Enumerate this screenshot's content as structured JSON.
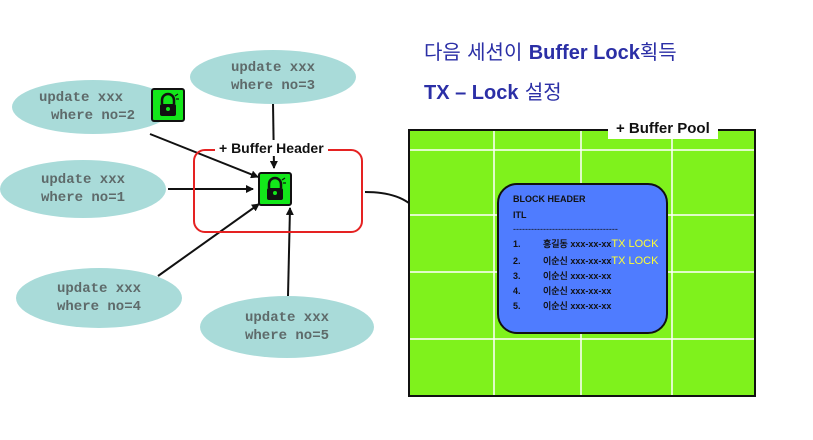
{
  "title": {
    "line1_prefix": "다음 세션이 ",
    "line1_bold": "Buffer Lock",
    "line1_suffix": "획득",
    "line2_bold": "TX – Lock",
    "line2_suffix": " 설정"
  },
  "sessions": [
    {
      "line1": "update xxx",
      "line2": "where no=2"
    },
    {
      "line1": "update xxx",
      "line2": "where no=3"
    },
    {
      "line1": "update xxx",
      "line2": "where no=1"
    },
    {
      "line1": "update xxx",
      "line2": "where no=4"
    },
    {
      "line1": "update xxx",
      "line2": "where no=5"
    }
  ],
  "buffer_header_label": "+ Buffer Header",
  "buffer_pool_label": "+ Buffer Pool",
  "block": {
    "header": "BLOCK HEADER",
    "itl": "ITL",
    "separator": "-----------------------------------",
    "rows": [
      {
        "num": "1.",
        "text": "홍길동 xxx-xx-xx",
        "lock": "TX LOCK"
      },
      {
        "num": "2.",
        "text": "이순신 xxx-xx-xx",
        "lock": "TX LOCK"
      },
      {
        "num": "3.",
        "text": "이순신 xxx-xx-xx",
        "lock": ""
      },
      {
        "num": "4.",
        "text": "이순신 xxx-xx-xx",
        "lock": ""
      },
      {
        "num": "5.",
        "text": "이순신 xxx-xx-xx",
        "lock": ""
      }
    ]
  },
  "colors": {
    "ellipse": "#a9dbd9",
    "lock": "#13e81a",
    "pool": "#7ff21c",
    "block": "#4f7cff",
    "tx_lock_text": "#ffff33",
    "title": "#2b2fa6"
  }
}
